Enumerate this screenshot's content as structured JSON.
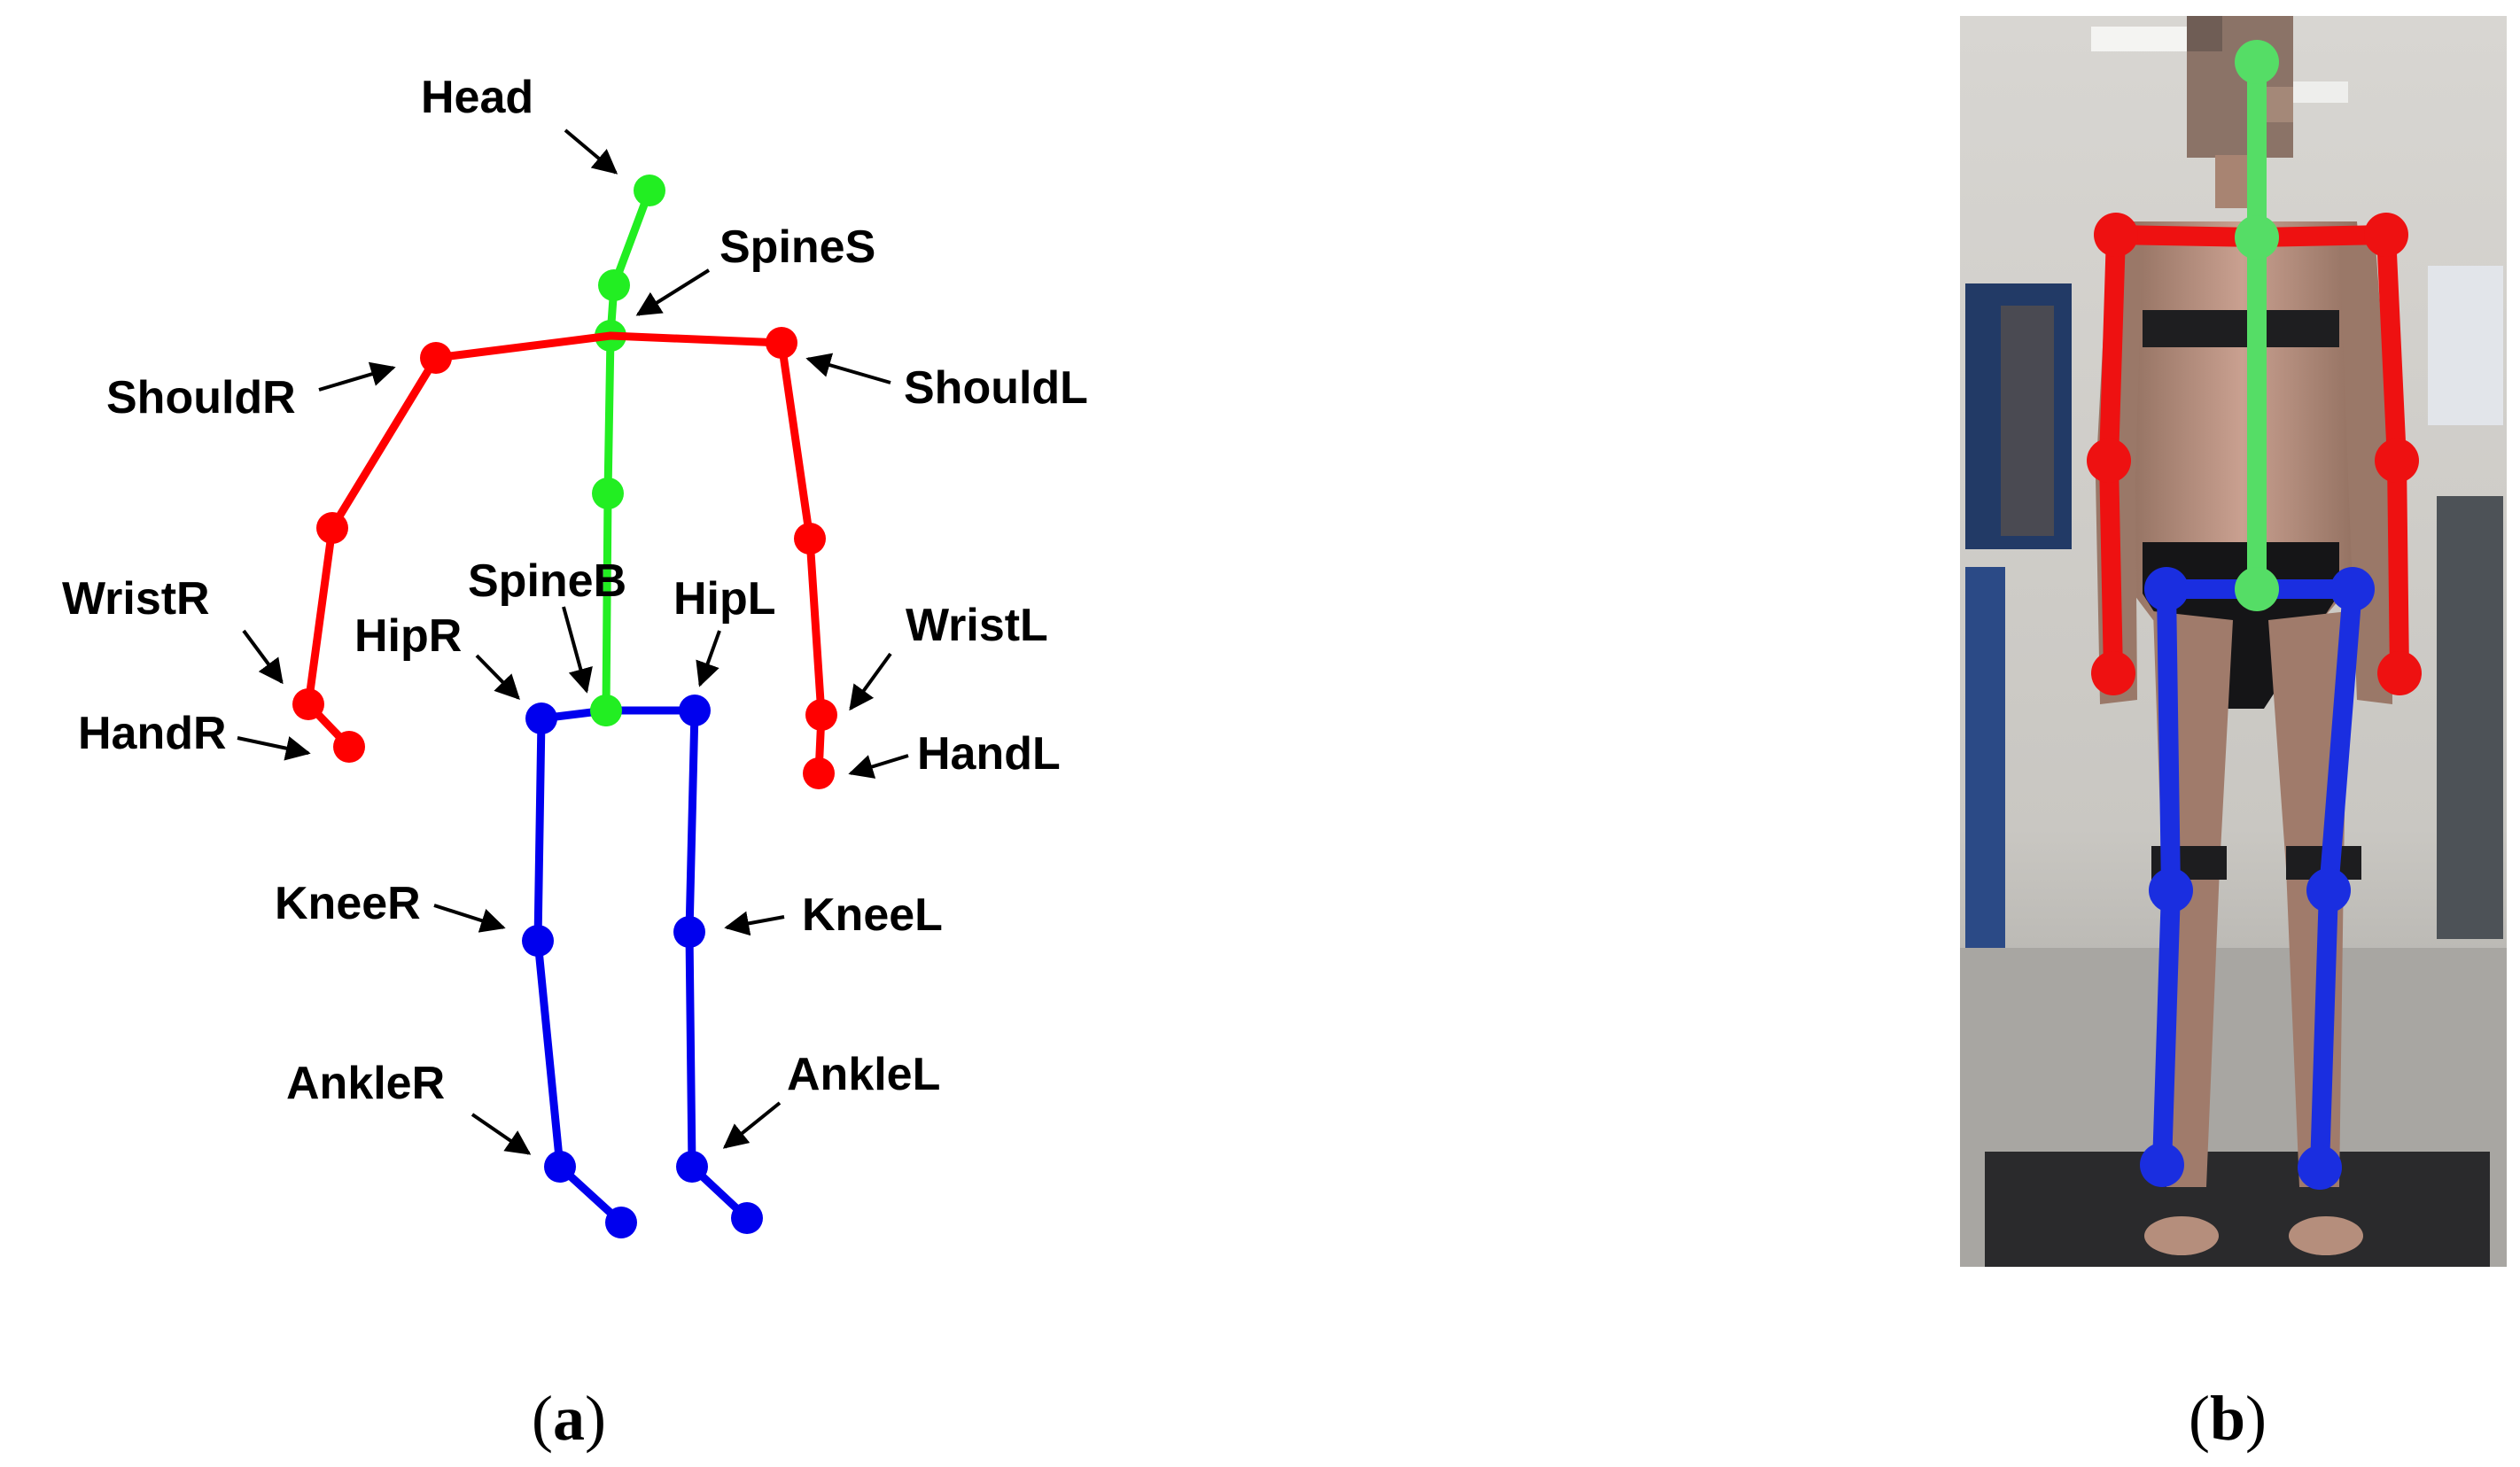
{
  "colors": {
    "spine": "#22ee22",
    "arms": "#ff0000",
    "legs": "#0000ee",
    "photo_spine": "#55dd66",
    "photo_arms": "#ee1111",
    "photo_legs": "#1a2ee0"
  },
  "panel_a": {
    "caption": {
      "open": "(",
      "letter": "a",
      "close": ")"
    },
    "labels": {
      "head": "Head",
      "spine_s": "SpineS",
      "should_r": "ShouldR",
      "should_l": "ShouldL",
      "wrist_r": "WristR",
      "wrist_l": "WristL",
      "spine_b": "SpineB",
      "hip_r": "HipR",
      "hip_l": "HipL",
      "hand_r": "HandR",
      "hand_l": "HandL",
      "knee_r": "KneeR",
      "knee_l": "KneeL",
      "ankle_r": "AnkleR",
      "ankle_l": "AnkleL"
    }
  },
  "panel_b": {
    "caption": {
      "open": "(",
      "letter": "b",
      "close": ")"
    }
  }
}
